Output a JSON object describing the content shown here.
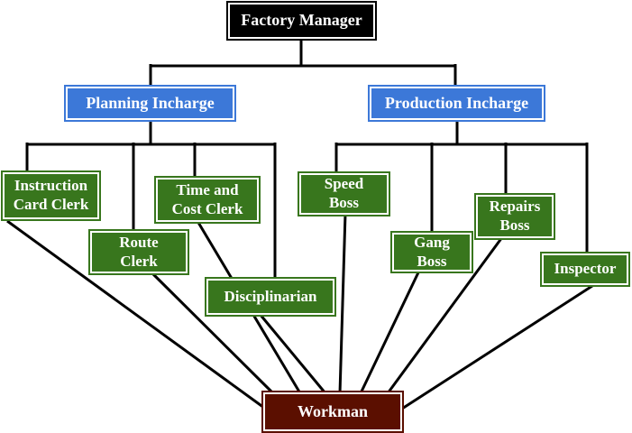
{
  "diagram": {
    "type": "organization-chart",
    "nodes": {
      "factory_manager": {
        "label": "Factory Manager",
        "bg": "#000000",
        "text_color": "#ffffff"
      },
      "planning": {
        "label": "Planning Incharge",
        "bg": "#3c78d8",
        "text_color": "#ffffff"
      },
      "production": {
        "label": "Production Incharge",
        "bg": "#3c78d8",
        "text_color": "#ffffff"
      },
      "instruction": {
        "label": "Instruction\nCard Clerk",
        "bg": "#38761d",
        "text_color": "#ffffff"
      },
      "route": {
        "label": "Route\nClerk",
        "bg": "#38761d",
        "text_color": "#ffffff"
      },
      "timecost": {
        "label": "Time and\nCost Clerk",
        "bg": "#38761d",
        "text_color": "#ffffff"
      },
      "disciplinarian": {
        "label": "Disciplinarian",
        "bg": "#38761d",
        "text_color": "#ffffff"
      },
      "speed": {
        "label": "Speed\nBoss",
        "bg": "#38761d",
        "text_color": "#ffffff"
      },
      "gang": {
        "label": "Gang\nBoss",
        "bg": "#38761d",
        "text_color": "#ffffff"
      },
      "repairs": {
        "label": "Repairs\nBoss",
        "bg": "#38761d",
        "text_color": "#ffffff"
      },
      "inspector": {
        "label": "Inspector",
        "bg": "#38761d",
        "text_color": "#ffffff"
      },
      "workman": {
        "label": "Workman",
        "bg": "#5b0f00",
        "text_color": "#ffffff"
      }
    },
    "edges": [
      {
        "from": "factory_manager",
        "to": "planning"
      },
      {
        "from": "factory_manager",
        "to": "production"
      },
      {
        "from": "planning",
        "to": "instruction"
      },
      {
        "from": "planning",
        "to": "route"
      },
      {
        "from": "planning",
        "to": "timecost"
      },
      {
        "from": "planning",
        "to": "disciplinarian"
      },
      {
        "from": "production",
        "to": "speed"
      },
      {
        "from": "production",
        "to": "gang"
      },
      {
        "from": "production",
        "to": "repairs"
      },
      {
        "from": "production",
        "to": "inspector"
      },
      {
        "from": "instruction",
        "to": "workman"
      },
      {
        "from": "route",
        "to": "workman"
      },
      {
        "from": "timecost",
        "to": "workman"
      },
      {
        "from": "disciplinarian",
        "to": "workman"
      },
      {
        "from": "speed",
        "to": "workman"
      },
      {
        "from": "gang",
        "to": "workman"
      },
      {
        "from": "repairs",
        "to": "workman"
      },
      {
        "from": "inspector",
        "to": "workman"
      }
    ],
    "colors": {
      "connector": "#000000",
      "background": "#ffffff",
      "manager_fill": "#000000",
      "incharge_fill": "#3c78d8",
      "staff_fill": "#38761d",
      "workman_fill": "#5b0f00"
    }
  }
}
